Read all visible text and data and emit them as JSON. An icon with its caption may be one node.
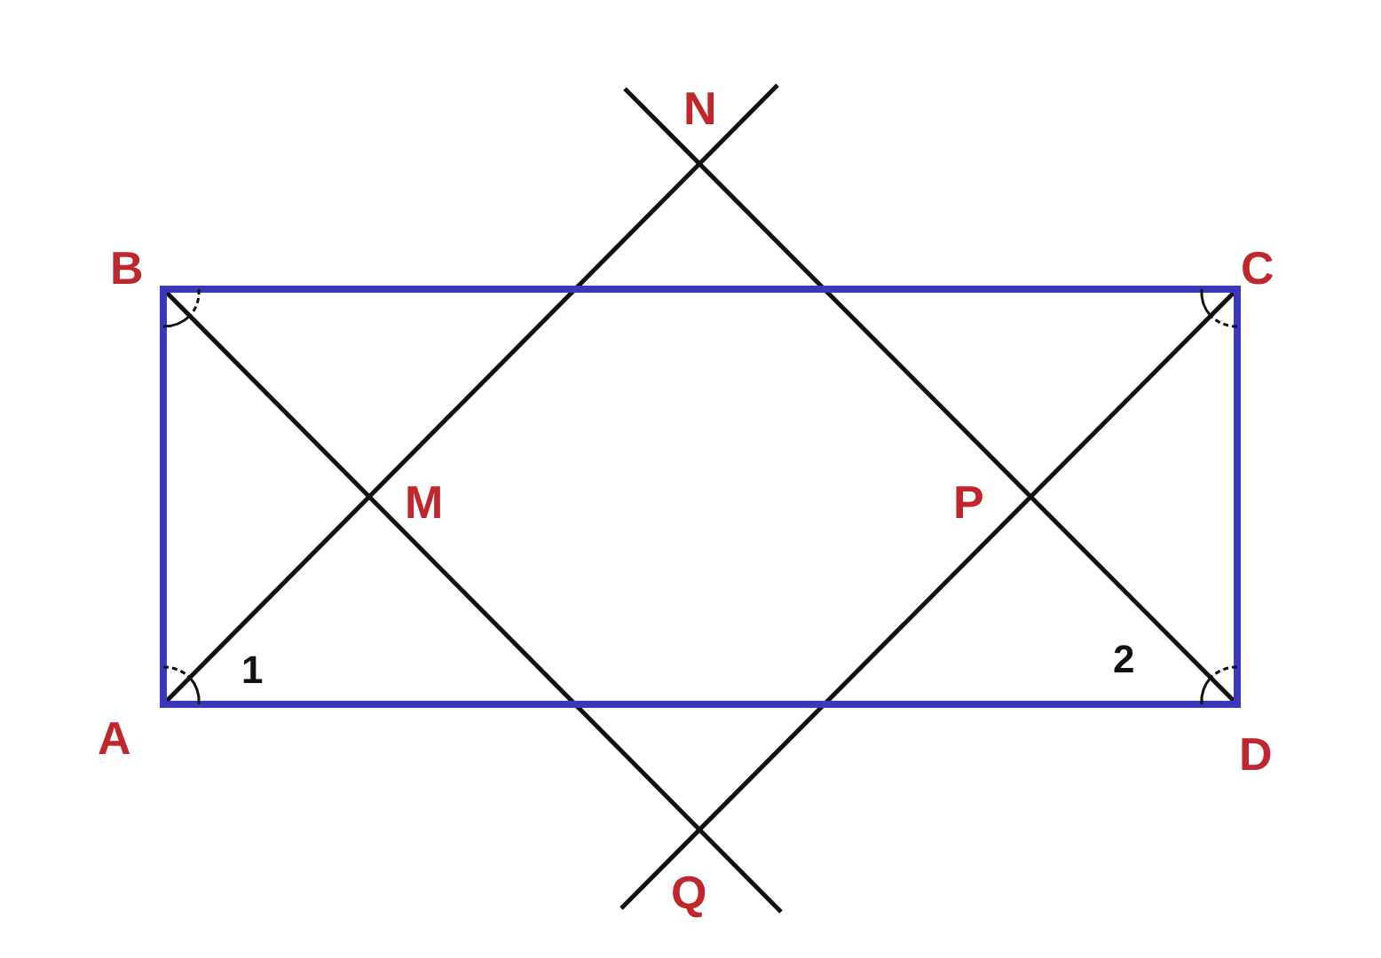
{
  "diagram": {
    "labels": [
      "N",
      "B",
      "C",
      "M",
      "P",
      "A",
      "1",
      "2",
      "D",
      "Q"
    ]
  }
}
